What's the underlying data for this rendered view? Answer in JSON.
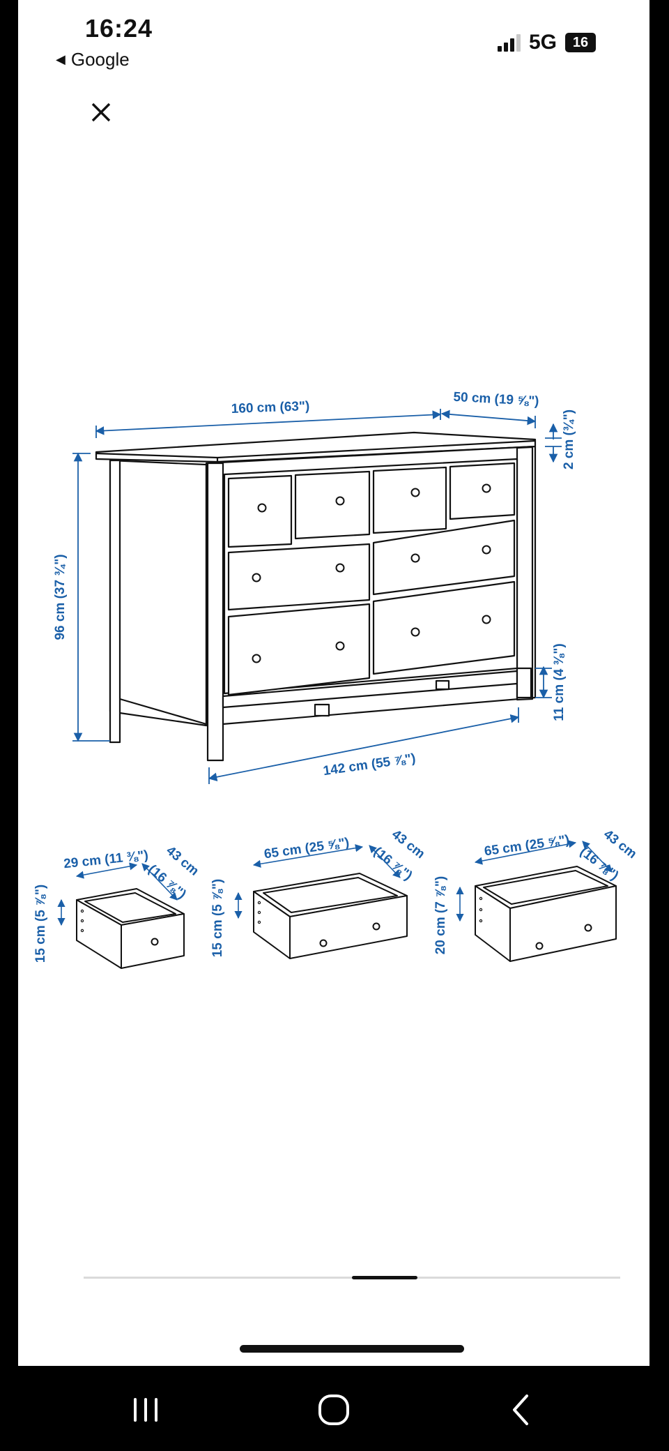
{
  "status_bar": {
    "time": "16:24",
    "back_label": "Google",
    "network": "5G",
    "battery": "16"
  },
  "viewer": {
    "close_icon": "close-x-icon",
    "carousel_progress": 0.57
  },
  "product_dimensions": {
    "dresser": {
      "top_width": "160 cm (63\")",
      "depth": "50 cm (19 ⅝\")",
      "top_thickness": "2 cm (¾\")",
      "height": "96 cm (37 ¾\")",
      "base_height": "11 cm (4 ⅜\")",
      "inner_width": "142 cm (55 ⅞\")"
    },
    "drawers": [
      {
        "width": "29 cm (11 ⅜\")",
        "depth": "43 cm",
        "depth_inch": "(16 ⅞\")",
        "height": "15 cm (5 ⅞\")"
      },
      {
        "width": "65 cm (25 ⅝\")",
        "depth": "43 cm",
        "depth_inch": "(16 ⅞\")",
        "height": "15 cm (5 ⅞\")"
      },
      {
        "width": "65 cm (25 ⅝\")",
        "depth": "43 cm",
        "depth_inch": "(16 ⅞\")",
        "height": "20 cm (7 ⅞\")"
      }
    ]
  },
  "colors": {
    "dimension_blue": "#1a5fa8",
    "line_black": "#111111"
  },
  "system_nav": {
    "recent_icon": "recent-apps-icon",
    "home_icon": "home-icon",
    "back_icon": "back-chevron-icon"
  }
}
